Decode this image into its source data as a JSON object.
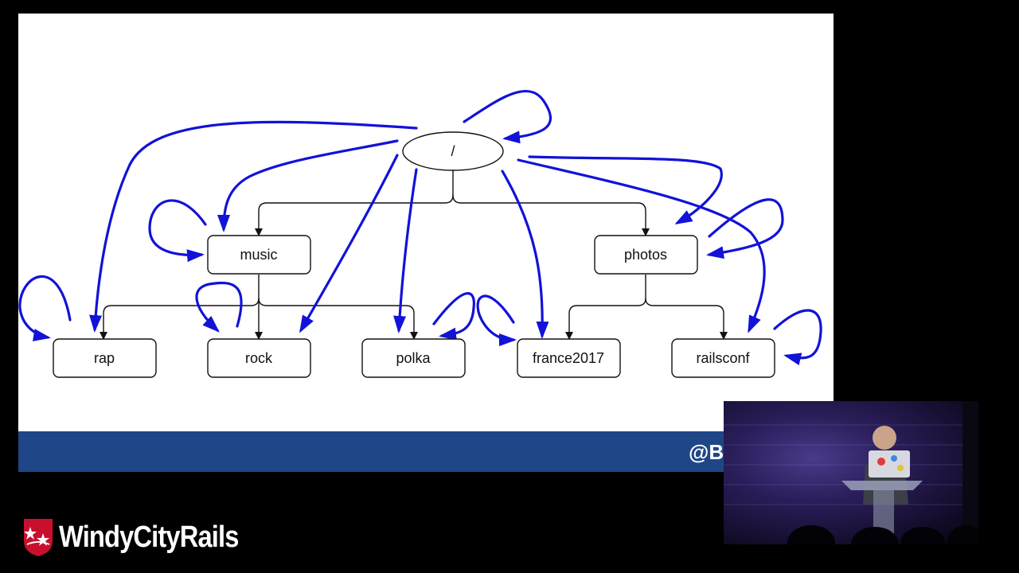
{
  "slide": {
    "root_label": "/",
    "nodes": {
      "music": "music",
      "photos": "photos",
      "rap": "rap",
      "rock": "rock",
      "polka": "polka",
      "france2017": "france2017",
      "railsconf": "railsconf"
    },
    "footer_handle": "@B",
    "colors": {
      "arrow_blue": "#1212d8",
      "footer_bar": "#1f4687",
      "tree_line": "#111111"
    }
  },
  "logo": {
    "text": "WindyCityRails",
    "icon": "chicago-flag-shield-icon",
    "colors": {
      "shield": "#c8102e",
      "star": "#ffffff"
    }
  },
  "speaker_video": {
    "icon": "speaker-video-feed"
  }
}
